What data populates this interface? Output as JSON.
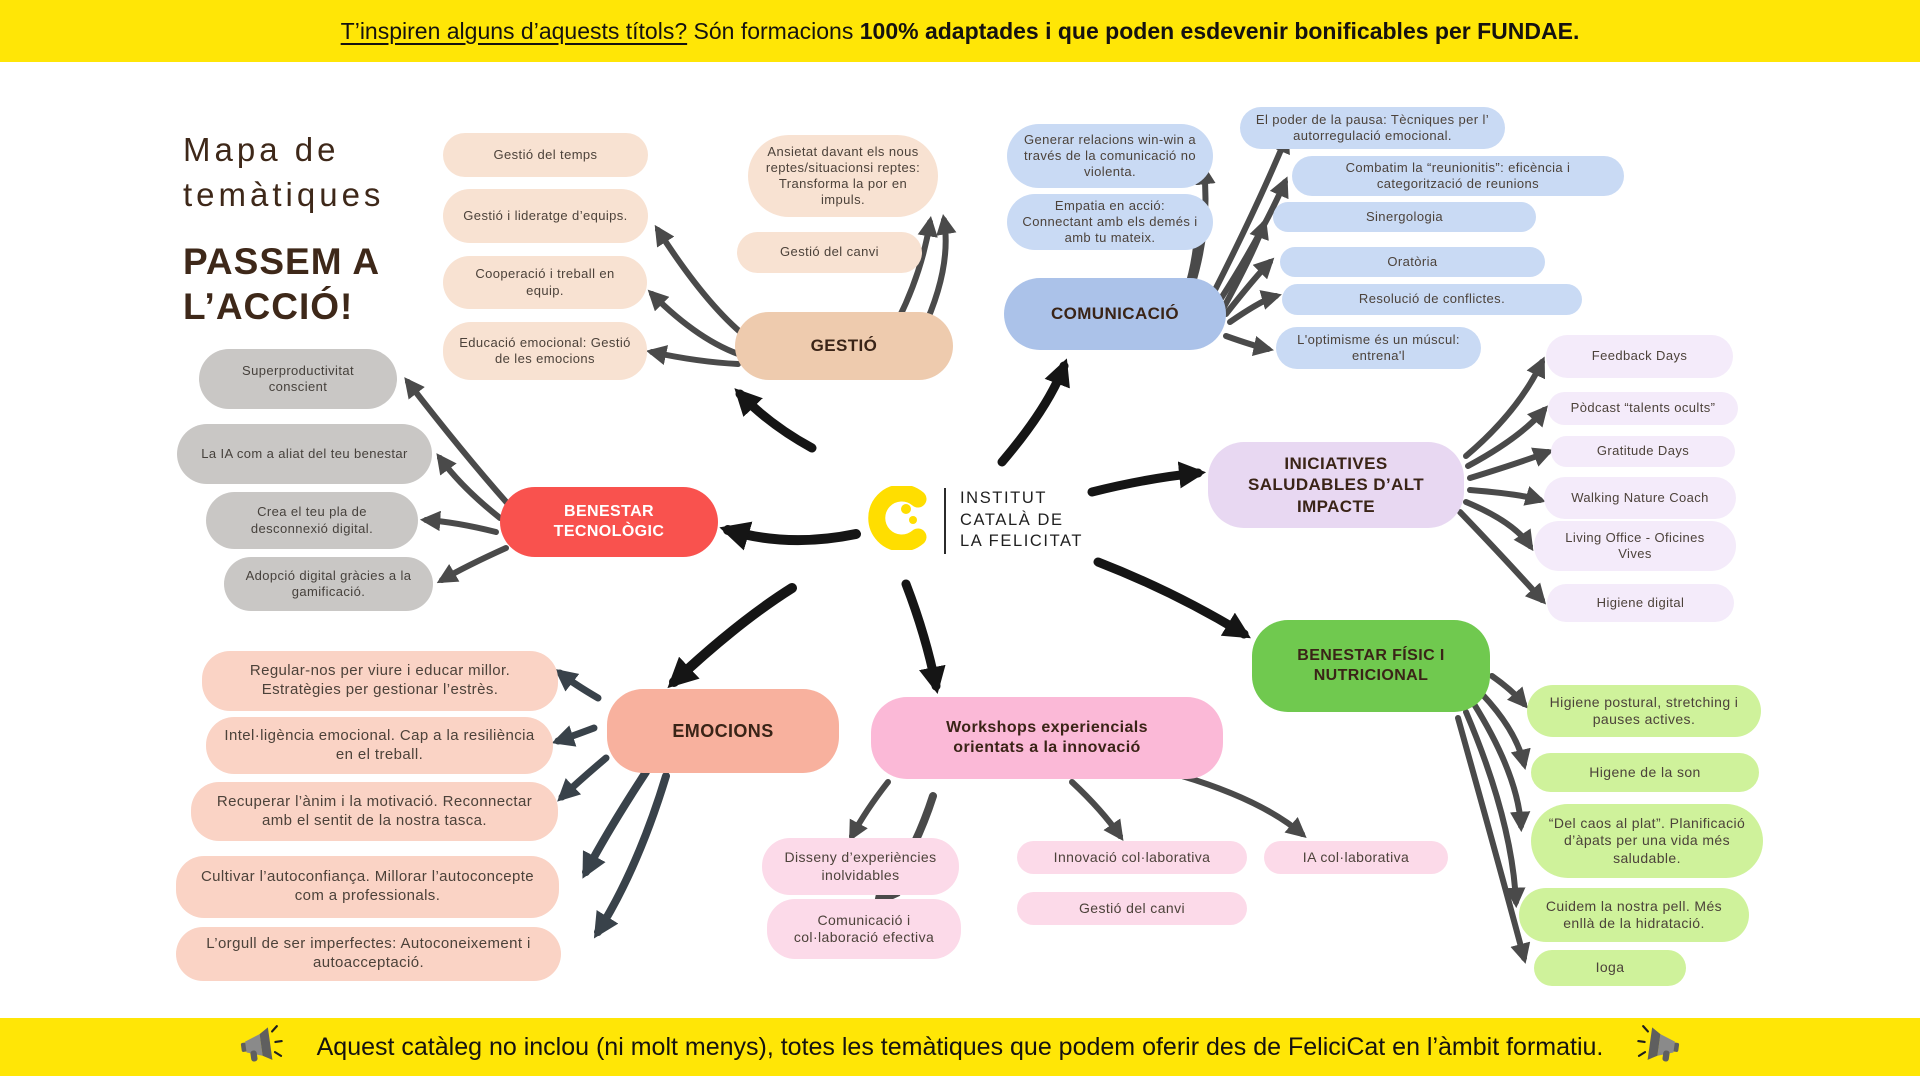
{
  "banner_top": {
    "underlined": "T’inspiren alguns d’aquests títols?",
    "normal": " Són formacions ",
    "bold": "100% adaptades i que poden esdevenir bonificables per FUNDAE",
    "suffix": "."
  },
  "banner_bottom": {
    "text": "Aquest catàleg no inclou (ni molt menys), totes les temàtiques que podem oferir des de FeliciCat en l’àmbit formatiu.",
    "icon_left": "megaphone-icon",
    "icon_right": "megaphone-icon"
  },
  "title": {
    "heading_line1": "Mapa de",
    "heading_line2": "temàtiques",
    "cta_line1": "PASSEM A",
    "cta_line2": "L’ACCIÓ!"
  },
  "logo": {
    "line1": "INSTITUT",
    "line2": "CATALÀ DE",
    "line3": "LA FELICITAT",
    "mark": "smiley-c-icon"
  },
  "clusters": {
    "gestio": {
      "label": "GESTIÓ",
      "items": [
        "Gestió del temps",
        "Gestió i lideratge d’equips.",
        "Cooperació i treball en equip.",
        "Educació emocional: Gestió de les emocions",
        "Ansietat davant els nous reptes/situacionsi reptes: Transforma la por en impuls.",
        "Gestió del canvi"
      ]
    },
    "comunicacio": {
      "label": "COMUNICACIÓ",
      "items": [
        "Generar relacions win-win a través de la comunicació no violenta.",
        "Empatia en acció: Connectant amb els demés i amb tu mateix.",
        "El poder de la pausa: Tècniques per l’ autorregulació emocional.",
        "Combatim la “reunionitis”: eficència i categorització de reunions",
        "Sinergologia",
        "Oratòria",
        "Resolució de conflictes.",
        "L'optimisme és un múscul: entrena'l"
      ]
    },
    "iniciatives": {
      "label": "INICIATIVES SALUDABLES D’ALT IMPACTE",
      "items": [
        "Feedback Days",
        "Pòdcast “talents ocults”",
        "Gratitude Days",
        "Walking Nature Coach",
        "Living Office - Oficines Vives",
        "Higiene digital"
      ]
    },
    "benestar_fisic": {
      "label": "BENESTAR FÍSIC I NUTRICIONAL",
      "items": [
        "Higiene postural, stretching i pauses actives.",
        "Higene de la son",
        "“Del caos al plat”. Planificació d’àpats per una vida més saludable.",
        "Cuidem la nostra pell. Més enllà de la hidratació.",
        "Ioga"
      ]
    },
    "benestar_tecnologic": {
      "label": "BENESTAR TECNOLÒGIC",
      "items": [
        "Superproductivitat conscient",
        "La IA com a aliat del teu benestar",
        "Crea el teu pla de desconnexió digital.",
        "Adopció digital gràcies a la gamificació."
      ]
    },
    "emocions": {
      "label": "EMOCIONS",
      "items": [
        "Regular-nos per viure i educar millor. Estratègies per gestionar l’estrès.",
        "Intel·ligència emocional. Cap a la resiliència en el treball.",
        "Recuperar l’ànim i la motivació. Reconnectar amb el sentit de la nostra tasca.",
        "Cultivar l’autoconfiança. Millorar l’autoconcepte com a professionals.",
        "L’orgull de ser imperfectes: Autoconeixement i autoacceptació."
      ]
    },
    "workshops": {
      "label": "Workshops experiencials orientats a la innovació",
      "items": [
        "Disseny d’experiències inolvidables",
        "Comunicació i col·laboració efectiva",
        "Innovació col·laborativa",
        "Gestió del canvi",
        "IA col·laborativa"
      ]
    }
  },
  "colors": {
    "banner_yellow": "#FFE606",
    "logo_yellow": "#FFDE00",
    "gestio_node": "#EECBAE",
    "comunicacio_node": "#ABC2E9",
    "iniciatives_node": "#E8D8F2",
    "benestar_fisic_node": "#70C94F",
    "benestar_tecnologic_node": "#F9524E",
    "emocions_node": "#F8B19E",
    "workshops_node": "#FBB9D7",
    "arrow_dark": "#151515",
    "arrow_gray": "#4a4a4a"
  }
}
